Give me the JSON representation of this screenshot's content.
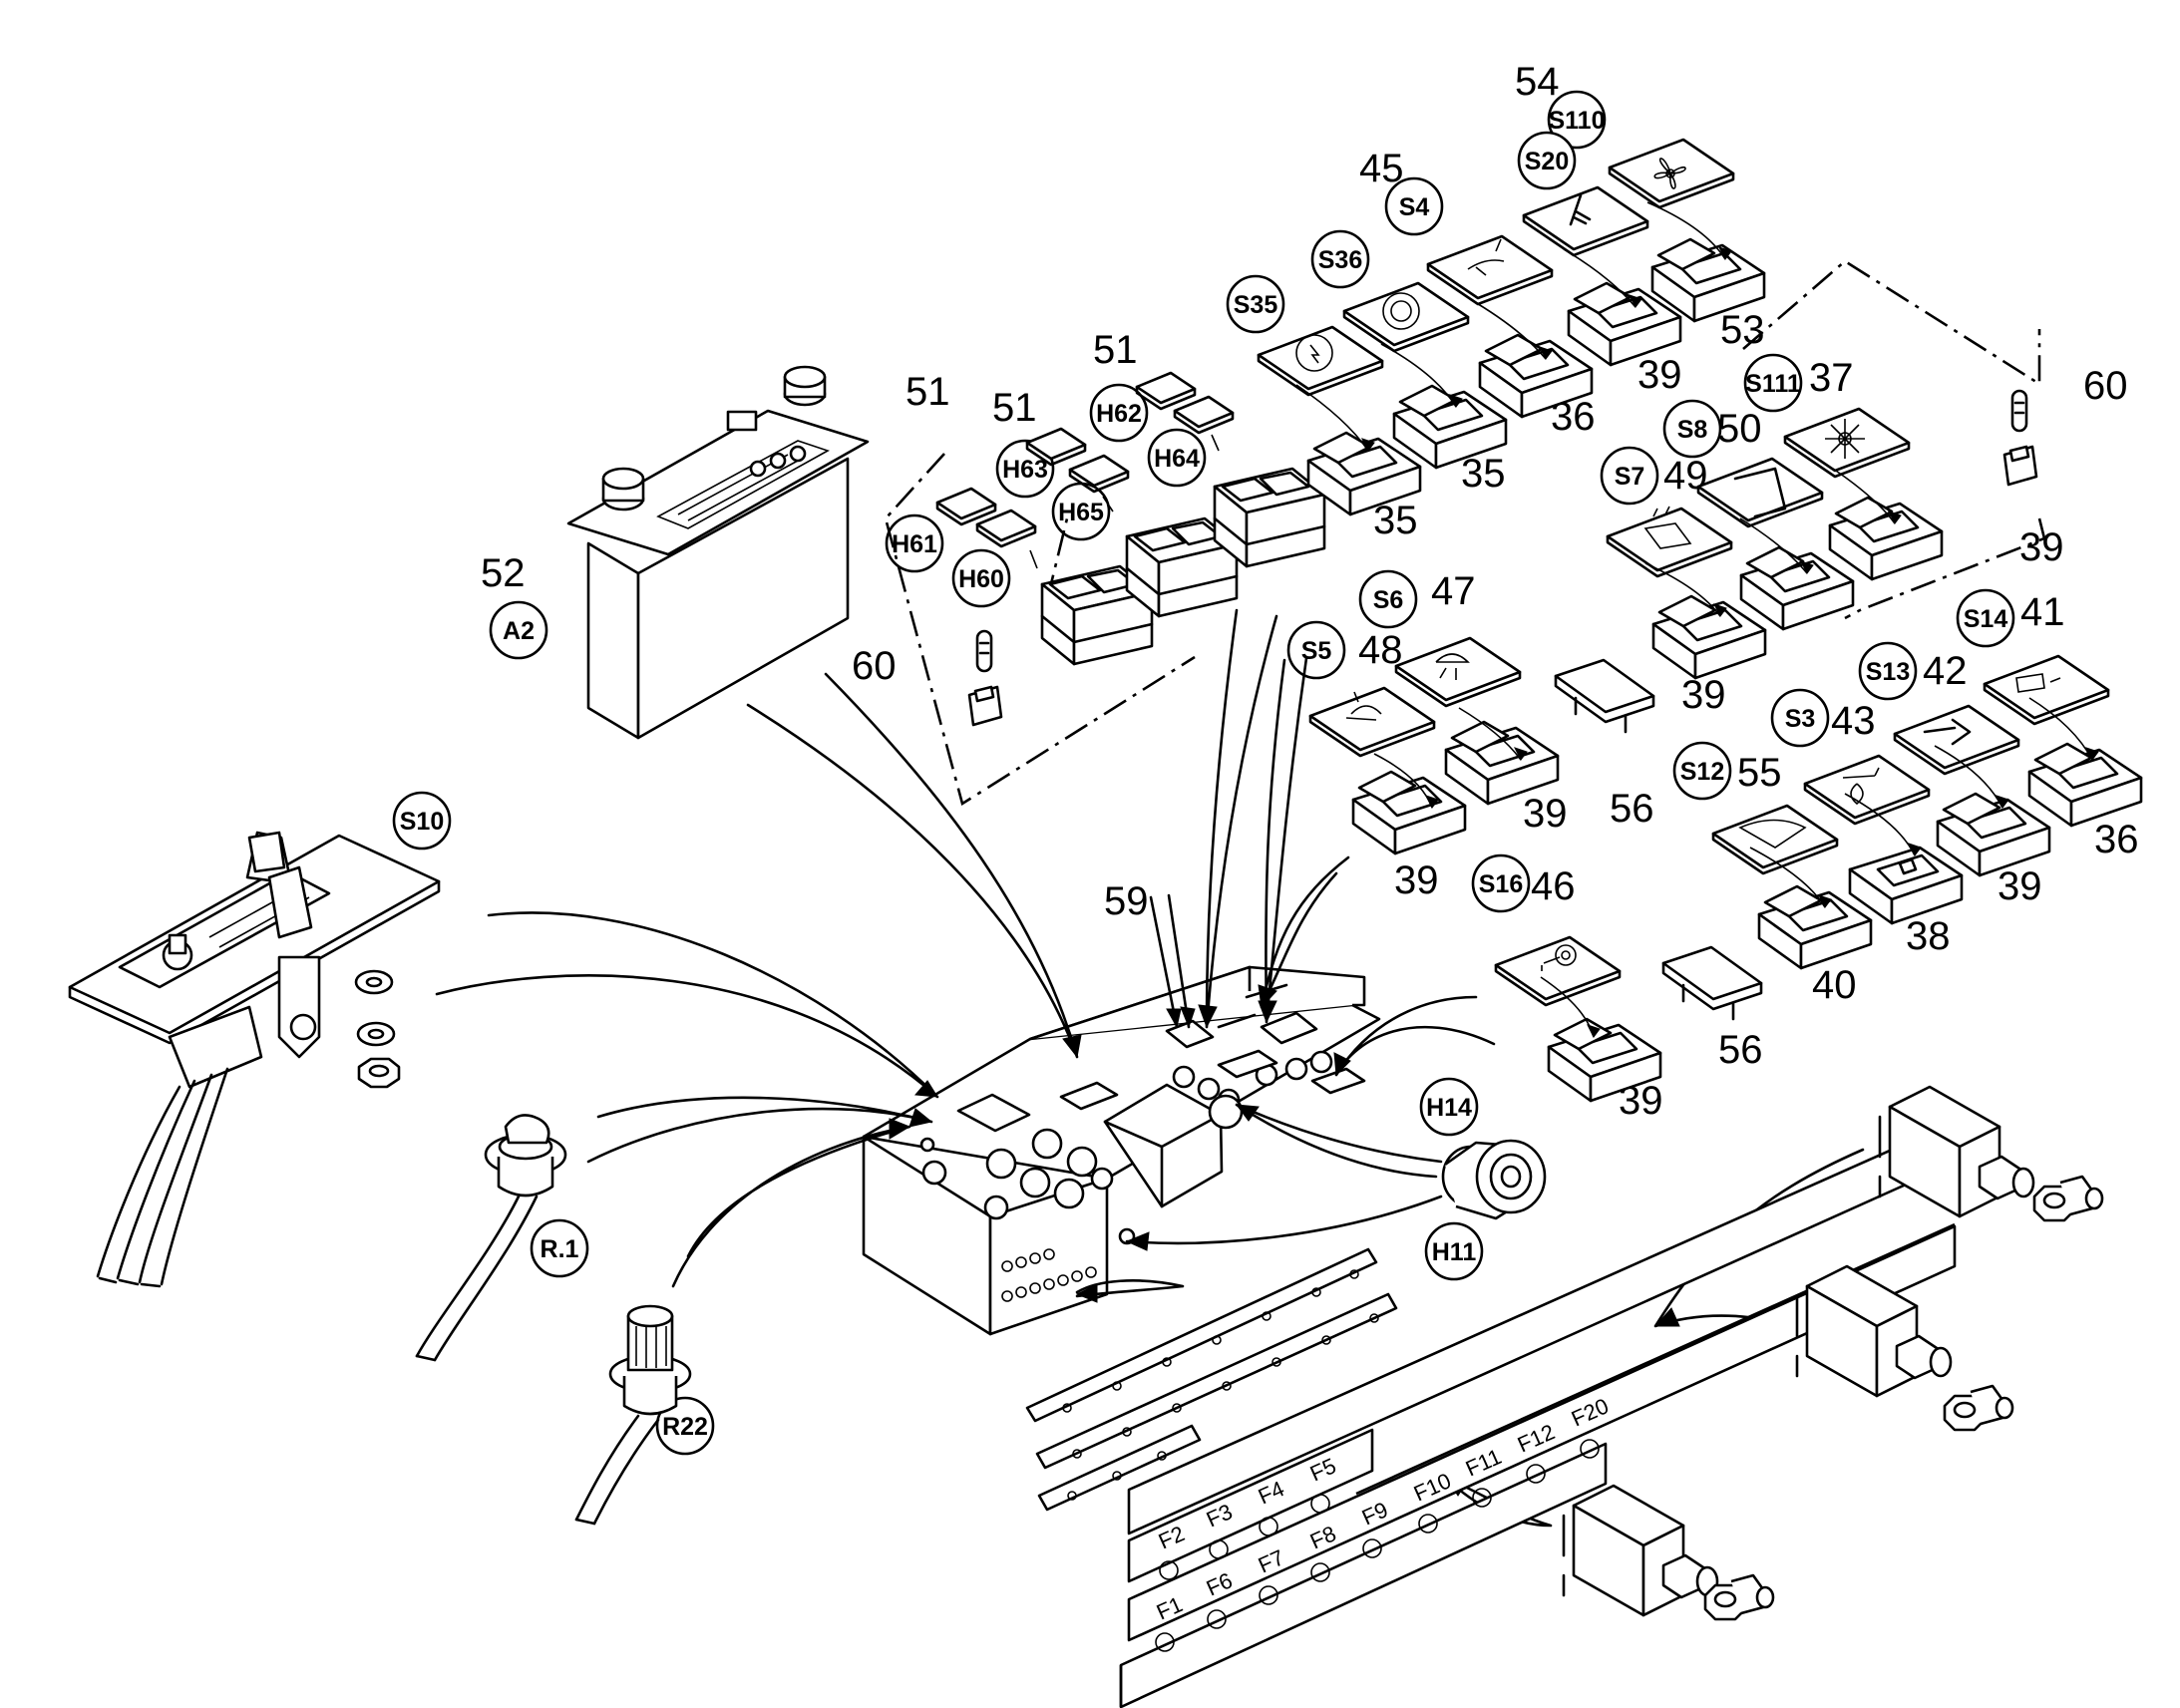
{
  "callouts": {
    "n54": "54",
    "n45": "45",
    "n53": "53",
    "n39a": "39",
    "n36a": "36",
    "n37": "37",
    "n60a": "60",
    "n50": "50",
    "n49": "49",
    "n39b": "39",
    "n35a": "35",
    "n35b": "35",
    "n51a": "51",
    "n51b": "51",
    "n51c": "51",
    "n52": "52",
    "n60b": "60",
    "n47": "47",
    "n48": "48",
    "n41": "41",
    "n42": "42",
    "n43": "43",
    "n55": "55",
    "n39c": "39",
    "n39d": "39",
    "n39e": "39",
    "n56a": "56",
    "n56b": "56",
    "n36b": "36",
    "n39f": "39",
    "n38": "38",
    "n40": "40",
    "n59": "59",
    "n46": "46",
    "n39g": "39"
  },
  "designators": {
    "s110": "S110",
    "s20": "S20",
    "s4": "S4",
    "s36": "S36",
    "s35": "S35",
    "s111": "S111",
    "s8": "S8",
    "s7": "S7",
    "h62": "H62",
    "h63": "H63",
    "h64": "H64",
    "h65": "H65",
    "h61": "H61",
    "h60": "H60",
    "a2": "A2",
    "s6": "S6",
    "s5": "S5",
    "s14": "S14",
    "s13": "S13",
    "s3": "S3",
    "s12": "S12",
    "s10": "S10",
    "s16": "S16",
    "h14": "H14",
    "h11": "H11",
    "r1": "R.1",
    "r22": "R22"
  },
  "fuses": {
    "f1": "F1",
    "f2": "F2",
    "f3": "F3",
    "f4": "F4",
    "f5": "F5",
    "f6": "F6",
    "f7": "F7",
    "f8": "F8",
    "f9": "F9",
    "f10": "F10",
    "f11": "F11",
    "f12": "F12",
    "f20": "F20"
  }
}
